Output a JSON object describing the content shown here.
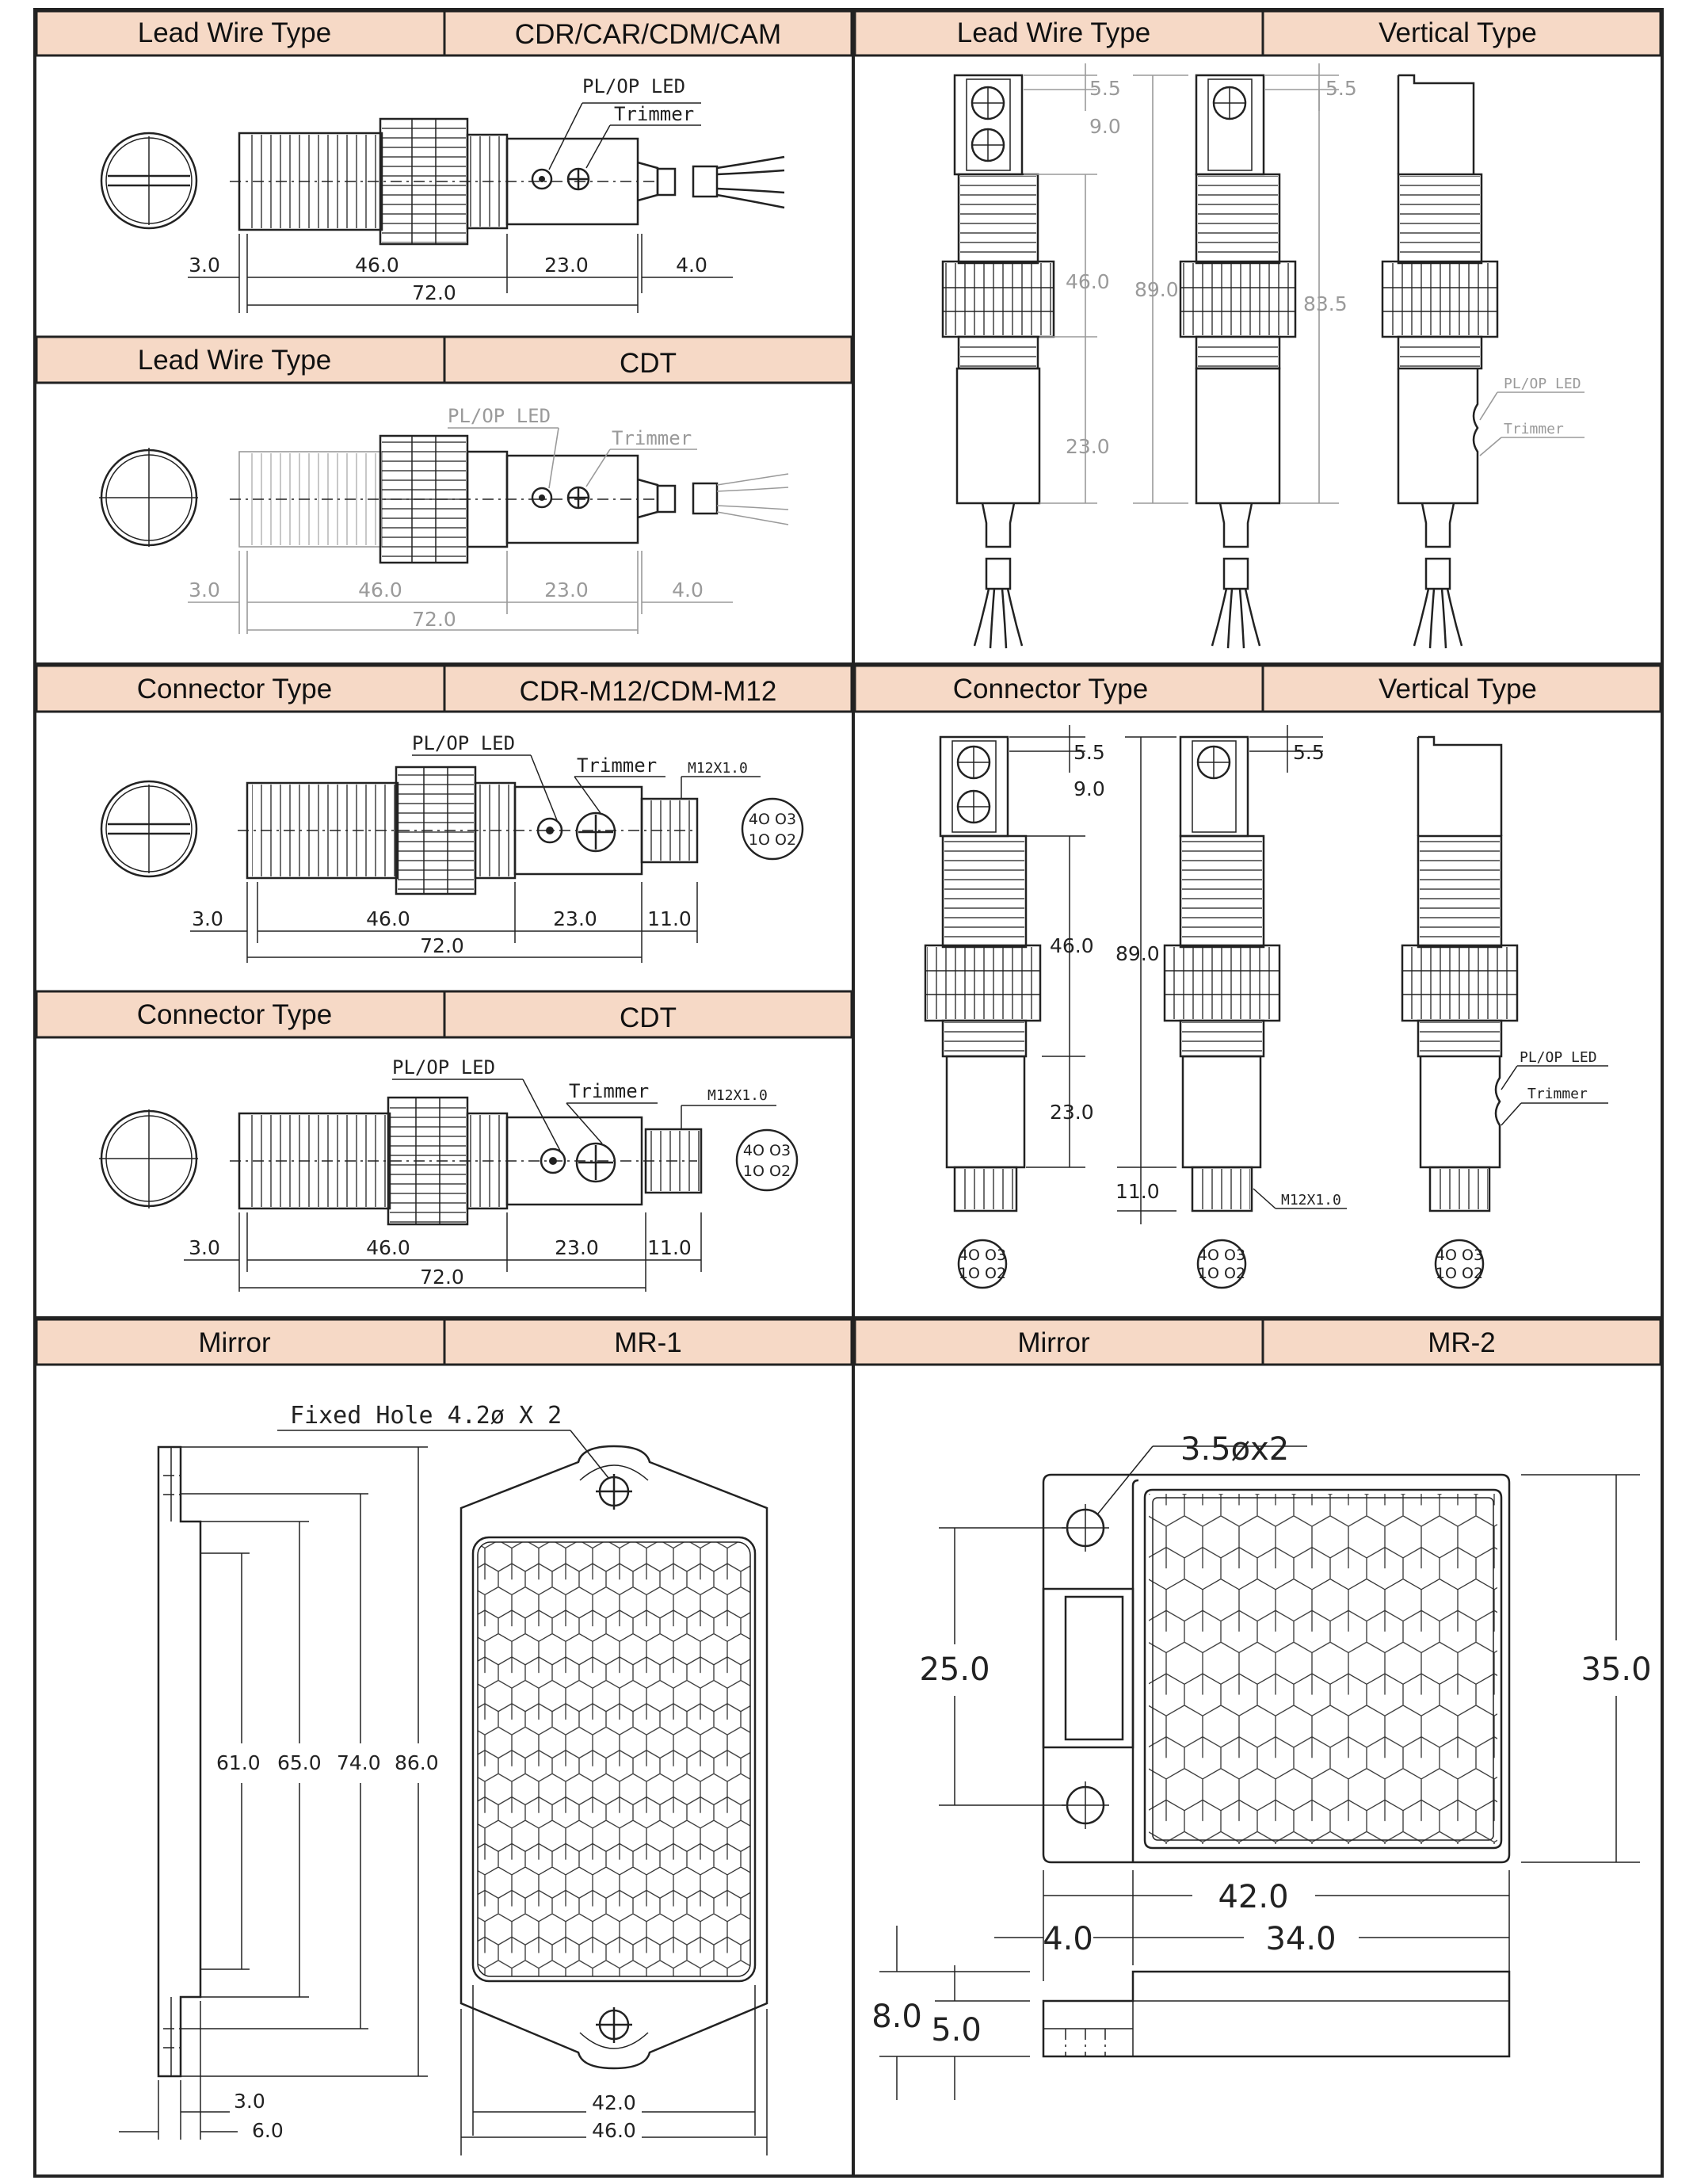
{
  "headers": {
    "p1": {
      "left": "Lead Wire Type",
      "right": "CDR/CAR/CDM/CAM"
    },
    "p2": {
      "left": "Lead Wire Type",
      "right": "Vertical Type"
    },
    "p3": {
      "left": "Lead Wire Type",
      "right": "CDT"
    },
    "p4": {
      "left": "Connector Type",
      "right": "CDR-M12/CDM-M12"
    },
    "p5": {
      "left": "Connector Type",
      "right": "Vertical Type"
    },
    "p6": {
      "left": "Connector Type",
      "right": "CDT"
    },
    "p7": {
      "left": "Mirror",
      "right": "MR-1"
    },
    "p8": {
      "left": "Mirror",
      "right": "MR-2"
    }
  },
  "labels": {
    "pl_op_led": "PL/OP LED",
    "trimmer": "Trimmer",
    "m12": "M12X1.0",
    "fixed_hole": "Fixed Hole 4.2ø X 2",
    "hole_mr2": "3.5øx2",
    "pin_top": "4O O3",
    "pin_bottom": "1O O2"
  },
  "dims": {
    "d3_0": "3.0",
    "d46_0": "46.0",
    "d23_0": "23.0",
    "d4_0": "4.0",
    "d72_0": "72.0",
    "d11_0": "11.0",
    "d5_5": "5.5",
    "d9_0": "9.0",
    "d89_0": "89.0",
    "d83_5": "83.5",
    "d61_0": "61.0",
    "d65_0": "65.0",
    "d74_0": "74.0",
    "d86_0": "86.0",
    "d6_0": "6.0",
    "d42_0": "42.0",
    "d46w": "46.0",
    "d25_0": "25.0",
    "d35_0": "35.0",
    "d34_0": "34.0",
    "d8_0": "8.0",
    "d5_0": "5.0"
  }
}
